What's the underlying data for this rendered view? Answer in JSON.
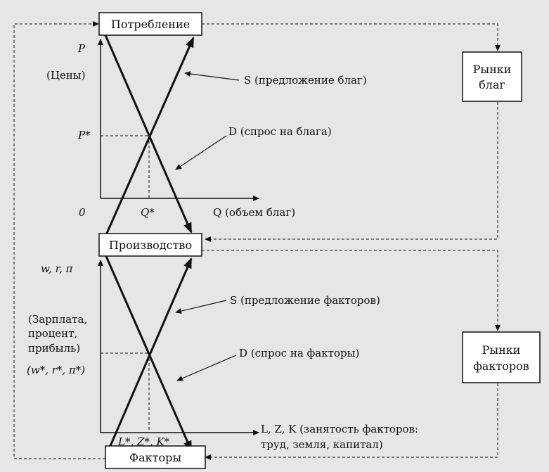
{
  "boxes": {
    "consumption": "Потребление",
    "production": "Производство",
    "factors": "Факторы",
    "goods_market_line1": "Рынки",
    "goods_market_line2": "благ",
    "factor_market_line1": "Рынки",
    "factor_market_line2": "факторов"
  },
  "goods_chart": {
    "y_axis_symbol": "P",
    "y_axis_label": "(Цены)",
    "equilibrium_price": "P*",
    "origin": "0",
    "equilibrium_quantity": "Q*",
    "x_axis_label": "Q (объем благ)",
    "supply_label": "S (предложение благ)",
    "demand_label": "D (спрос на блага)"
  },
  "factor_chart": {
    "y_axis_symbol": "w, r, π",
    "y_axis_label_line1": "(Зарплата,",
    "y_axis_label_line2": "процент,",
    "y_axis_label_line3": "прибыль)",
    "equilibrium_price": "(w*, r*, π*)",
    "equilibrium_quantity": "L*, Z*, K*",
    "x_axis_label_line1": "L, Z, K (занятость факторов:",
    "x_axis_label_line2": "труд, земля, капитал)",
    "supply_label": "S (предложение факторов)",
    "demand_label": "D (спрос на факторы)"
  },
  "colors": {
    "background": "#e6e6e6",
    "box_fill": "#ffffff",
    "line": "#111111"
  }
}
